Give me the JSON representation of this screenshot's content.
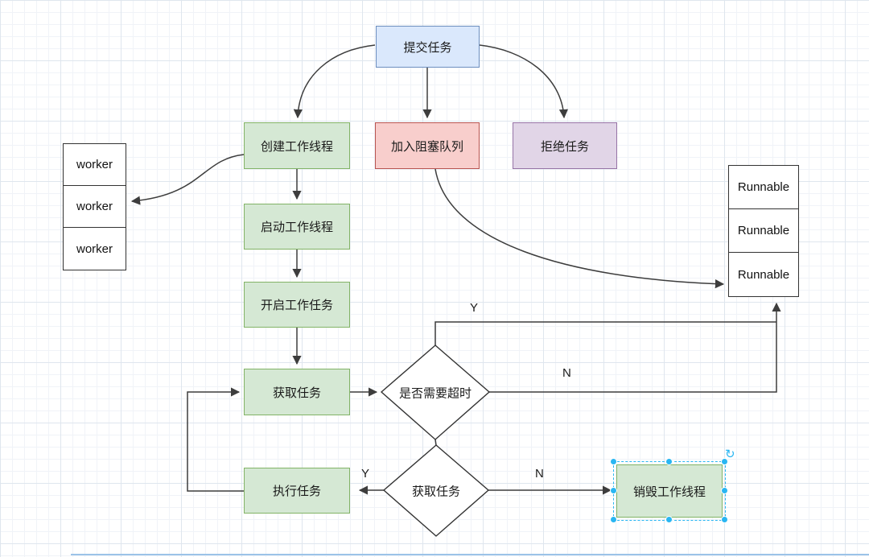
{
  "diagram": {
    "title": "thread-pool-flowchart",
    "nodes": {
      "submit": {
        "label": "提交任务",
        "shape": "rect",
        "color": "blue"
      },
      "create_worker": {
        "label": "创建工作线程",
        "shape": "rect",
        "color": "green"
      },
      "join_queue": {
        "label": "加入阻塞队列",
        "shape": "rect",
        "color": "red"
      },
      "reject": {
        "label": "拒绝任务",
        "shape": "rect",
        "color": "purple"
      },
      "start_worker": {
        "label": "启动工作线程",
        "shape": "rect",
        "color": "green"
      },
      "start_task": {
        "label": "开启工作任务",
        "shape": "rect",
        "color": "green"
      },
      "get_task": {
        "label": "获取任务",
        "shape": "rect",
        "color": "green"
      },
      "timeout_decision": {
        "label": "是否需要超时",
        "shape": "diamond",
        "color": "white"
      },
      "execute_task": {
        "label": "执行任务",
        "shape": "rect",
        "color": "green"
      },
      "get_task_decision": {
        "label": "获取任务",
        "shape": "diamond",
        "color": "white"
      },
      "destroy_worker": {
        "label": "销毁工作线程",
        "shape": "rect",
        "color": "green",
        "selected": true
      }
    },
    "worker_list": [
      "worker",
      "worker",
      "worker"
    ],
    "runnable_list": [
      "Runnable",
      "Runnable",
      "Runnable"
    ],
    "edges": [
      {
        "from": "submit",
        "to": "join_queue",
        "label": ""
      },
      {
        "from": "submit",
        "to": "create_worker",
        "label": ""
      },
      {
        "from": "submit",
        "to": "reject",
        "label": ""
      },
      {
        "from": "create_worker",
        "to": "worker_list",
        "label": ""
      },
      {
        "from": "create_worker",
        "to": "start_worker",
        "label": ""
      },
      {
        "from": "start_worker",
        "to": "start_task",
        "label": ""
      },
      {
        "from": "start_task",
        "to": "get_task",
        "label": ""
      },
      {
        "from": "get_task",
        "to": "timeout_decision",
        "label": ""
      },
      {
        "from": "join_queue",
        "to": "runnable_list",
        "label": ""
      },
      {
        "from": "timeout_decision",
        "to": "runnable_list",
        "label": "Y"
      },
      {
        "from": "timeout_decision",
        "to": "runnable_list",
        "label": "N"
      },
      {
        "from": "timeout_decision",
        "to": "get_task_decision",
        "label": ""
      },
      {
        "from": "get_task_decision",
        "to": "execute_task",
        "label": "Y"
      },
      {
        "from": "get_task_decision",
        "to": "destroy_worker",
        "label": "N"
      },
      {
        "from": "execute_task",
        "to": "get_task",
        "label": ""
      }
    ],
    "colors": {
      "blue_fill": "#dae8fc",
      "blue_border": "#6c8ebf",
      "green_fill": "#d5e8d4",
      "green_border": "#82b366",
      "red_fill": "#f8cecc",
      "red_border": "#b85450",
      "purple_fill": "#e1d5e7",
      "purple_border": "#9673a6",
      "edge_stroke": "#3d3d3d",
      "selection": "#29b6f2"
    }
  }
}
